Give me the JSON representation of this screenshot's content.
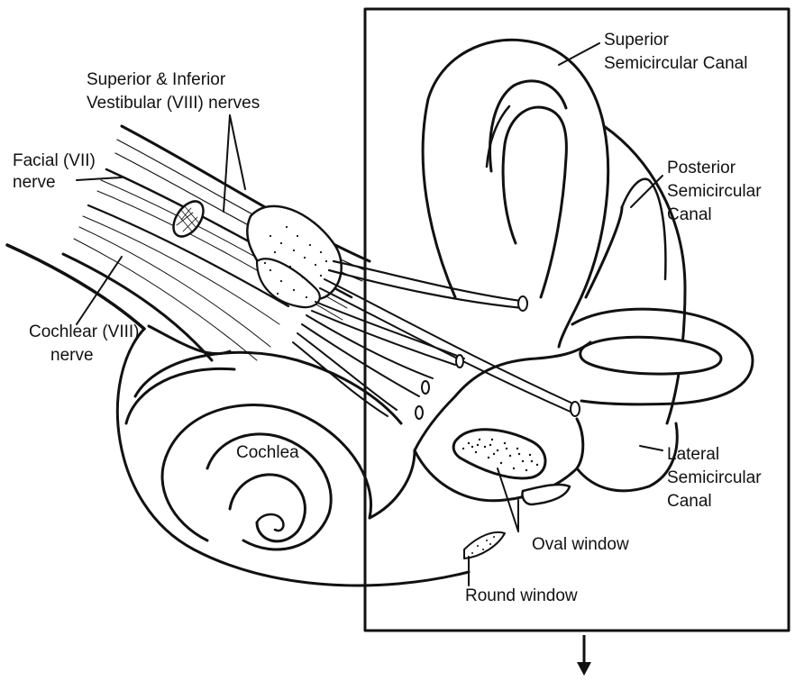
{
  "labels": {
    "superior_inferior_vestibular_1": "Superior & Inferior",
    "superior_inferior_vestibular_2": "Vestibular (VIII) nerves",
    "facial_1": "Facial (VII)",
    "facial_2": "nerve",
    "cochlear_nerve_1": "Cochlear (VIII)",
    "cochlear_nerve_2": "nerve",
    "cochlea": "Cochlea",
    "superior_canal_1": "Superior",
    "superior_canal_2": "Semicircular Canal",
    "posterior_canal_1": "Posterior",
    "posterior_canal_2": "Semicircular",
    "posterior_canal_3": "Canal",
    "lateral_canal_1": "Lateral",
    "lateral_canal_2": "Semicircular",
    "lateral_canal_3": "Canal",
    "oval_window": "Oval window",
    "round_window": "Round window"
  },
  "colors": {
    "ink": "#111111",
    "paper": "#ffffff"
  }
}
